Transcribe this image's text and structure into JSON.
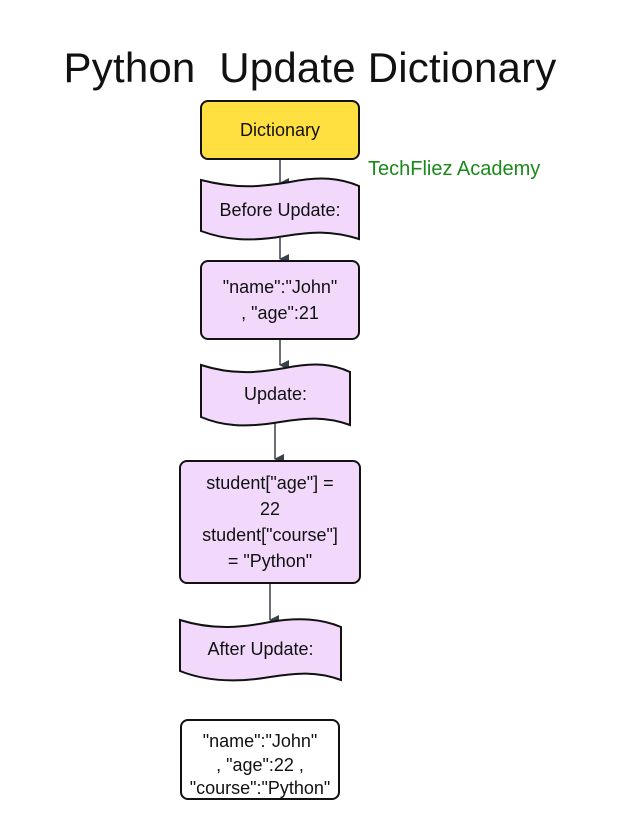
{
  "title": "Python  Update Dictionary",
  "brand": "TechFliez Academy",
  "colors": {
    "start_fill": "#FFE040",
    "node_fill": "#F2D9FC",
    "end_fill": "#FFFFFF",
    "stroke": "#111111",
    "arrow": "#3a4048",
    "brand": "#1a8a1a"
  },
  "nodes": [
    {
      "id": "dictionary",
      "shape": "rounded-rect",
      "text": "Dictionary"
    },
    {
      "id": "before-update",
      "shape": "wave",
      "text": "Before Update:"
    },
    {
      "id": "before-values",
      "shape": "rounded-rect",
      "text": "\"name\":\"John\"\n, \"age\":21"
    },
    {
      "id": "update",
      "shape": "wave",
      "text": "Update:"
    },
    {
      "id": "update-code",
      "shape": "rounded-rect",
      "text": "student[\"age\"] =\n22\n student[\"course\"]\n= \"Python\""
    },
    {
      "id": "after-update",
      "shape": "wave",
      "text": "After Update:"
    },
    {
      "id": "after-values",
      "shape": "rounded-rect",
      "text": "\"name\":\"John\"\n, \"age\":22 ,\n\"course\":\"Python\""
    }
  ],
  "edges": [
    {
      "from": "dictionary",
      "to": "before-update"
    },
    {
      "from": "before-update",
      "to": "before-values"
    },
    {
      "from": "before-values",
      "to": "update"
    },
    {
      "from": "update",
      "to": "update-code"
    },
    {
      "from": "update-code",
      "to": "after-update"
    }
  ]
}
